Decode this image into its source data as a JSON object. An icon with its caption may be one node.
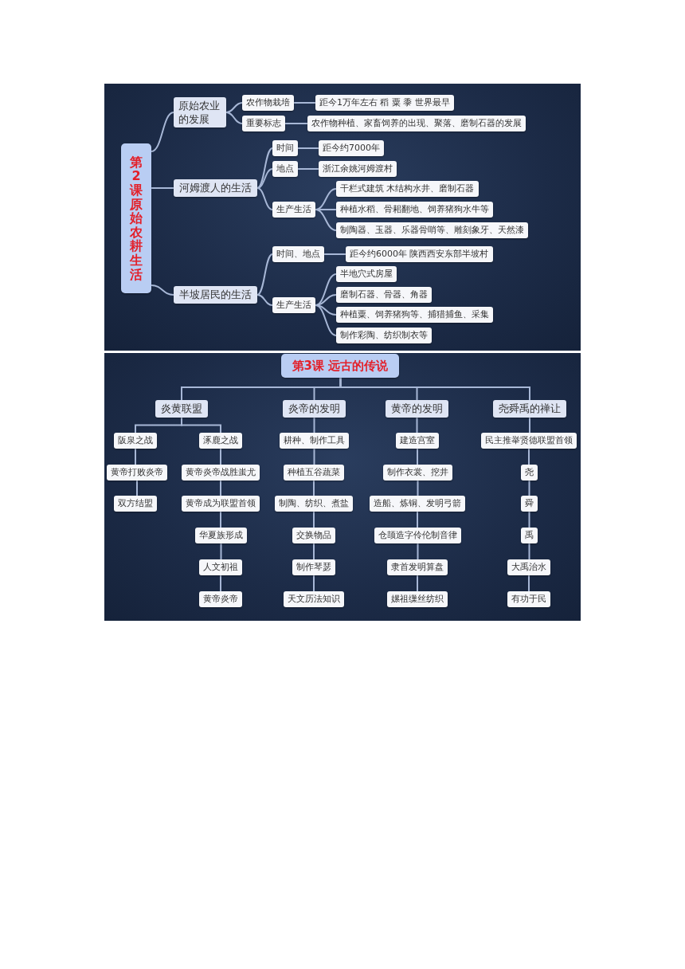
{
  "diagram": {
    "nodes": [
      {
        "text": [
          "第2课原始农耕生活"
        ]
      },
      {
        "text": [
          "原始农业的发展"
        ]
      },
      {
        "text": [
          "农作物栽培"
        ]
      },
      {
        "text": [
          "距今1万年左右 稻 粟 黍 世界最早"
        ]
      },
      {
        "text": [
          "重要标志"
        ]
      },
      {
        "text": [
          "农作物种植、家畜饲养的出现、聚落、磨制石器的发展"
        ]
      },
      {
        "text": [
          "河姆渡人的生活"
        ]
      },
      {
        "text": [
          "时间"
        ]
      },
      {
        "text": [
          "距今约7000年"
        ]
      },
      {
        "text": [
          "地点"
        ]
      },
      {
        "text": [
          "浙江余姚河姆渡村"
        ]
      },
      {
        "text": [
          "生产生活"
        ]
      },
      {
        "text": [
          "干栏式建筑 木结构水井、磨制石器"
        ]
      },
      {
        "text": [
          "种植水稻、骨耜翻地、饲养猪狗水牛等"
        ]
      },
      {
        "text": [
          "制陶器、玉器、乐器骨哨等、雕刻象牙、天然漆"
        ]
      },
      {
        "text": [
          "半坡居民的生活"
        ]
      },
      {
        "text": [
          "时间、地点"
        ]
      },
      {
        "text": [
          "距今约6000年 陕西西安东部半坡村"
        ]
      },
      {
        "text": [
          "生产生活"
        ]
      },
      {
        "text": [
          "半地穴式房屋"
        ]
      },
      {
        "text": [
          "磨制石器、骨器、角器"
        ]
      },
      {
        "text": [
          "种植粟、饲养猪狗等、捕猎捕鱼、采集"
        ]
      },
      {
        "text": [
          "制作彩陶、纺织制衣等"
        ]
      },
      {
        "text": [
          "第3课 远古的传说"
        ]
      },
      {
        "text": [
          "炎黄联盟"
        ]
      },
      {
        "text": [
          "炎帝的发明"
        ]
      },
      {
        "text": [
          "黄帝的发明"
        ]
      },
      {
        "text": [
          "尧舜禹的禅让"
        ]
      },
      {
        "text": [
          "阪泉之战"
        ]
      },
      {
        "text": [
          "涿鹿之战"
        ]
      },
      {
        "text": [
          "黄帝打败炎帝"
        ]
      },
      {
        "text": [
          "双方结盟"
        ]
      },
      {
        "text": [
          "黄帝炎帝战胜蚩尤"
        ]
      },
      {
        "text": [
          "黄帝成为联盟首领"
        ]
      },
      {
        "text": [
          "华夏族形成"
        ]
      },
      {
        "text": [
          "人文初祖"
        ]
      },
      {
        "text": [
          "黄帝炎帝"
        ]
      },
      {
        "text": [
          "耕种、制作工具"
        ]
      },
      {
        "text": [
          "种植五谷蔬菜"
        ]
      },
      {
        "text": [
          "制陶、纺织、煮盐"
        ]
      },
      {
        "text": [
          "交换物品"
        ]
      },
      {
        "text": [
          "制作琴瑟"
        ]
      },
      {
        "text": [
          "天文历法知识"
        ]
      },
      {
        "text": [
          "建造宫室"
        ]
      },
      {
        "text": [
          "制作衣裳、挖井"
        ]
      },
      {
        "text": [
          "造船、炼铜、发明弓箭"
        ]
      },
      {
        "text": [
          "仓颉造字伶伦制音律"
        ]
      },
      {
        "text": [
          "隶首发明算盘"
        ]
      },
      {
        "text": [
          "嫘祖缫丝纺织"
        ]
      },
      {
        "text": [
          "民主推举贤德联盟首领"
        ]
      },
      {
        "text": [
          "尧"
        ]
      },
      {
        "text": [
          "舜"
        ]
      },
      {
        "text": [
          "禹"
        ]
      },
      {
        "text": [
          "大禹治水"
        ]
      },
      {
        "text": [
          "有功于民"
        ]
      }
    ],
    "edges": [
      {
        "from": 0,
        "to": 1,
        "arrow": "none"
      },
      {
        "from": 0,
        "to": 6,
        "arrow": "none"
      },
      {
        "from": 0,
        "to": 15,
        "arrow": "none"
      },
      {
        "from": 1,
        "to": 2,
        "arrow": "none"
      },
      {
        "from": 1,
        "to": 4,
        "arrow": "none"
      },
      {
        "from": 2,
        "to": 3,
        "arrow": "none"
      },
      {
        "from": 4,
        "to": 5,
        "arrow": "none"
      },
      {
        "from": 6,
        "to": 7,
        "arrow": "none"
      },
      {
        "from": 6,
        "to": 9,
        "arrow": "none"
      },
      {
        "from": 6,
        "to": 11,
        "arrow": "none"
      },
      {
        "from": 7,
        "to": 8,
        "arrow": "none"
      },
      {
        "from": 9,
        "to": 10,
        "arrow": "none"
      },
      {
        "from": 11,
        "to": 12,
        "arrow": "none"
      },
      {
        "from": 11,
        "to": 13,
        "arrow": "none"
      },
      {
        "from": 11,
        "to": 14,
        "arrow": "none"
      },
      {
        "from": 15,
        "to": 16,
        "arrow": "none"
      },
      {
        "from": 15,
        "to": 18,
        "arrow": "none"
      },
      {
        "from": 16,
        "to": 17,
        "arrow": "none"
      },
      {
        "from": 18,
        "to": 19,
        "arrow": "none"
      },
      {
        "from": 18,
        "to": 20,
        "arrow": "none"
      },
      {
        "from": 18,
        "to": 21,
        "arrow": "none"
      },
      {
        "from": 18,
        "to": 22,
        "arrow": "none"
      },
      {
        "from": 23,
        "to": 24,
        "arrow": "none"
      },
      {
        "from": 23,
        "to": 25,
        "arrow": "none"
      },
      {
        "from": 23,
        "to": 26,
        "arrow": "none"
      },
      {
        "from": 23,
        "to": 27,
        "arrow": "none"
      },
      {
        "from": 24,
        "to": 28,
        "arrow": "none"
      },
      {
        "from": 24,
        "to": 29,
        "arrow": "none"
      },
      {
        "from": 28,
        "to": 30,
        "arrow": "none"
      },
      {
        "from": 30,
        "to": 31,
        "arrow": "none"
      },
      {
        "from": 29,
        "to": 32,
        "arrow": "none"
      },
      {
        "from": 32,
        "to": 33,
        "arrow": "none"
      },
      {
        "from": 33,
        "to": 34,
        "arrow": "none"
      },
      {
        "from": 34,
        "to": 35,
        "arrow": "none"
      },
      {
        "from": 35,
        "to": 36,
        "arrow": "none"
      },
      {
        "from": 25,
        "to": 37,
        "arrow": "none"
      },
      {
        "from": 37,
        "to": 38,
        "arrow": "none"
      },
      {
        "from": 38,
        "to": 39,
        "arrow": "none"
      },
      {
        "from": 39,
        "to": 40,
        "arrow": "none"
      },
      {
        "from": 40,
        "to": 41,
        "arrow": "none"
      },
      {
        "from": 41,
        "to": 42,
        "arrow": "none"
      },
      {
        "from": 26,
        "to": 43,
        "arrow": "none"
      },
      {
        "from": 43,
        "to": 44,
        "arrow": "none"
      },
      {
        "from": 44,
        "to": 45,
        "arrow": "none"
      },
      {
        "from": 45,
        "to": 46,
        "arrow": "none"
      },
      {
        "from": 46,
        "to": 47,
        "arrow": "none"
      },
      {
        "from": 47,
        "to": 48,
        "arrow": "none"
      },
      {
        "from": 27,
        "to": 49,
        "arrow": "none"
      },
      {
        "from": 49,
        "to": 50,
        "arrow": "none"
      },
      {
        "from": 50,
        "to": 51,
        "arrow": "none"
      },
      {
        "from": 51,
        "to": 52,
        "arrow": "none"
      },
      {
        "from": 52,
        "to": 53,
        "arrow": "none"
      },
      {
        "from": 53,
        "to": 54,
        "arrow": "none"
      }
    ]
  }
}
